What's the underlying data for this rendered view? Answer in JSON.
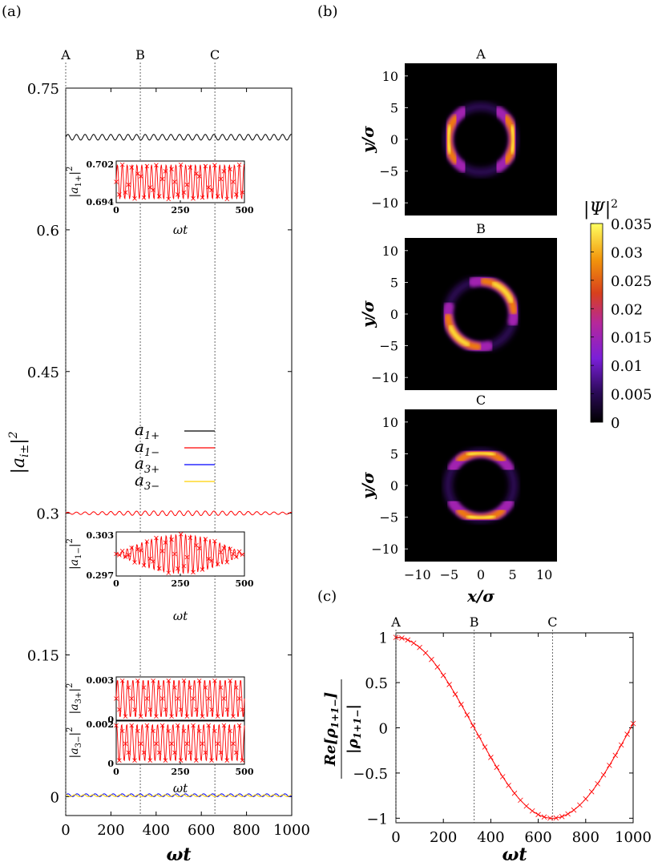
{
  "panel_labels": {
    "a": "(a)",
    "b": "(b)",
    "c": "(c)"
  },
  "markers": [
    {
      "label": "A",
      "t": 0
    },
    {
      "label": "B",
      "t": 330
    },
    {
      "label": "C",
      "t": 660
    }
  ],
  "colors": {
    "a1p": "#000000",
    "a1m": "#ff0000",
    "a3p": "#0000ff",
    "a3m": "#ffd000",
    "inset_line": "#ff0000"
  },
  "chart_data": [
    {
      "id": "main",
      "type": "line",
      "xlabel": "ωt",
      "ylabel": "|a_i±|²",
      "xlim": [
        0,
        1000
      ],
      "ylim": [
        -0.02,
        0.75
      ],
      "xticks": [
        0,
        200,
        400,
        600,
        800,
        1000
      ],
      "yticks": [
        0,
        0.15,
        0.3,
        0.45,
        0.6,
        0.75
      ],
      "ytick_labels": [
        "0",
        "0.15",
        "0.3",
        "0.45",
        "0.6",
        "0.75"
      ],
      "legend": {
        "placement": "middle-left",
        "entries": [
          "a1+",
          "a1−",
          "a3+",
          "a3−"
        ]
      },
      "series": [
        {
          "name": "a1+",
          "baseline": 0.698,
          "amplitude": 0.003
        },
        {
          "name": "a1−",
          "baseline": 0.3,
          "amplitude": 0.0025
        },
        {
          "name": "a3+",
          "baseline": 0.0015,
          "amplitude": 0.0015
        },
        {
          "name": "a3−",
          "baseline": 0.001,
          "amplitude": 0.001
        }
      ]
    },
    {
      "id": "inset1",
      "type": "line",
      "ylabel": "|a1+|²",
      "xlabel": "ωt",
      "xlim": [
        0,
        500
      ],
      "xticks": [
        0,
        250,
        500
      ],
      "ytick_labels": [
        "0.702",
        "0.694"
      ],
      "ylim": [
        0.694,
        0.702
      ],
      "baseline": 0.698,
      "amplitude": 0.003
    },
    {
      "id": "inset2",
      "type": "line",
      "ylabel": "|a1−|²",
      "xlabel": "ωt",
      "xlim": [
        0,
        500
      ],
      "xticks": [
        0,
        250,
        500
      ],
      "ytick_labels": [
        "0.303",
        "0.297"
      ],
      "ylim": [
        0.297,
        0.303
      ],
      "baseline": 0.3,
      "amplitude": 0.0025
    },
    {
      "id": "inset3",
      "type": "line",
      "ylabel": "|a3+|²",
      "xlim": [
        0,
        500
      ],
      "ytick_labels": [
        "0.003",
        "0"
      ],
      "ylim": [
        0,
        0.003
      ]
    },
    {
      "id": "inset4",
      "type": "line",
      "ylabel": "|a3−|²",
      "xlabel": "ωt",
      "xlim": [
        0,
        500
      ],
      "xticks": [
        0,
        250,
        500
      ],
      "ytick_labels": [
        "0.002",
        "0"
      ],
      "ylim": [
        0,
        0.002
      ]
    },
    {
      "id": "density",
      "type": "heatmap",
      "panels": [
        "A",
        "B",
        "C"
      ],
      "xlabel": "x/σ",
      "ylabel": "y/σ",
      "xlim": [
        -12,
        12
      ],
      "ylim": [
        -12,
        12
      ],
      "xticks": [
        -10,
        -5,
        0,
        5,
        10
      ],
      "yticks": [
        -10,
        -5,
        0,
        5,
        10
      ],
      "colorbar": {
        "label": "|Ψ|²",
        "min": 0,
        "max": 0.035,
        "ticks": [
          "0.035",
          "0.03",
          "0.025",
          "0.02",
          "0.015",
          "0.01",
          "0.005",
          "0"
        ]
      },
      "crescent_angles_deg": [
        0,
        45,
        90
      ]
    },
    {
      "id": "coherence",
      "type": "line",
      "xlabel": "ωt",
      "ylabel": "Re[ρ1+1−] / |ρ1+1−|",
      "xlim": [
        0,
        1000
      ],
      "ylim": [
        -1.05,
        1.05
      ],
      "xticks": [
        0,
        200,
        400,
        600,
        800,
        1000
      ],
      "yticks": [
        1,
        0.5,
        0,
        -0.5,
        -1
      ],
      "ytick_labels": [
        "1",
        "0.5",
        "0",
        "−0.5",
        "−1"
      ],
      "function": "cos(pi*t/660)"
    }
  ]
}
